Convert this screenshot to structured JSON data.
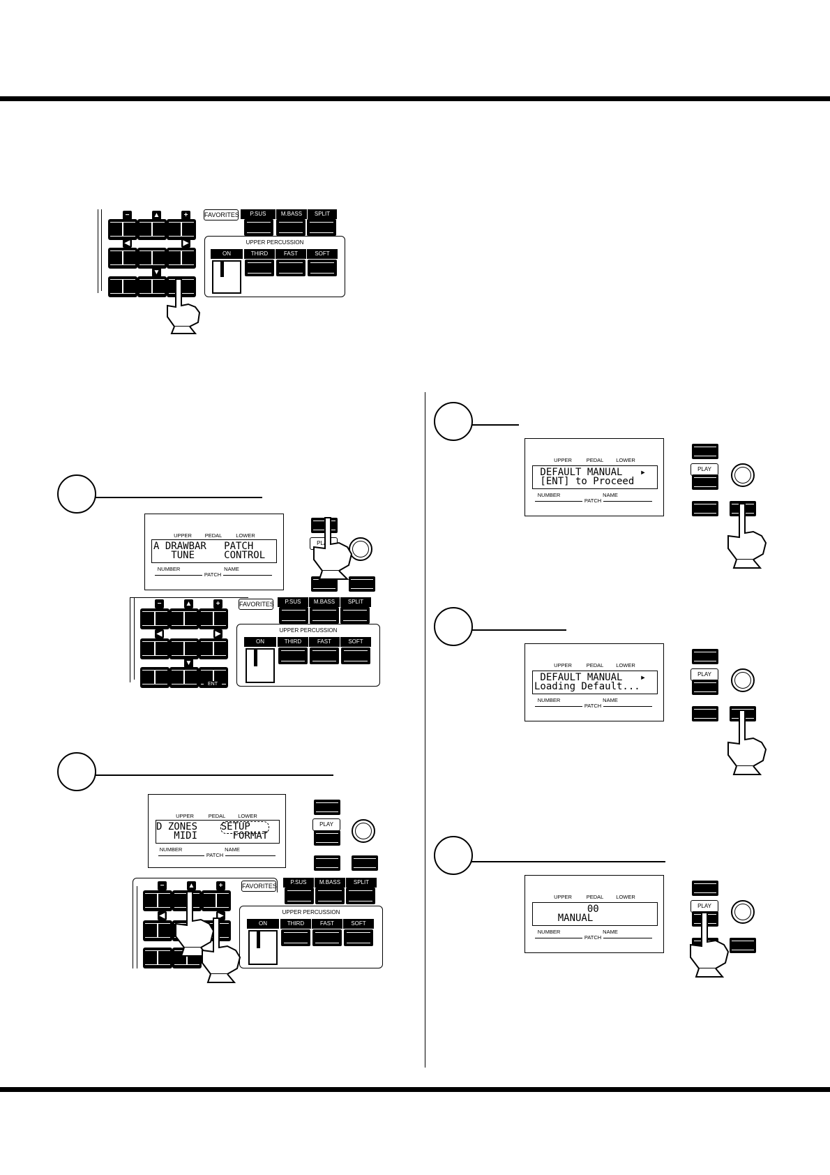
{
  "panel_common": {
    "favorites": "FAVORITES",
    "psus": "P.SUS",
    "mbass": "M.BASS",
    "split": "SPLIT",
    "upper_percussion": "UPPER PERCUSSION",
    "on": "ON",
    "third": "THIRD",
    "fast": "FAST",
    "soft": "SOFT",
    "minus": "−",
    "up": "▲",
    "plus": "+",
    "left": "◀",
    "right": "▶",
    "down": "▼",
    "ent": "ENT"
  },
  "lcd_common": {
    "upper": "UPPER",
    "pedal": "PEDAL",
    "lower": "LOWER",
    "number": "NUMBER",
    "name": "NAME",
    "patch": "PATCH",
    "play": "PLAY"
  },
  "screen1": {
    "line1": "A DRAWBAR   PATCH",
    "line2": "   TUNE     CONTROL"
  },
  "screen2": {
    "line1": "D ZONES    SETUP",
    "line2": "   MIDI      FORMAT"
  },
  "screen3": {
    "line1": " DEFAULT MANUAL   ▸",
    "line2": " [ENT] to Proceed"
  },
  "screen4": {
    "line1": " DEFAULT MANUAL   ▸",
    "line2": "Loading Default..."
  },
  "screen5": {
    "line1": "         00",
    "line2": "    MANUAL"
  }
}
